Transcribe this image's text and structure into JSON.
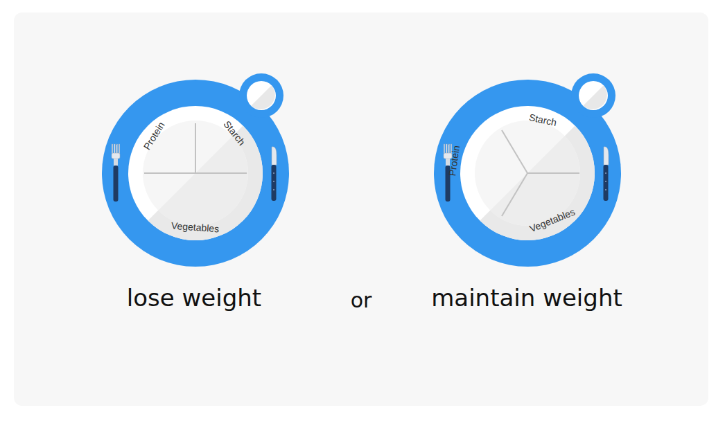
{
  "diagram": {
    "nodes": [
      {
        "text": [
          "Protein",
          "Starch",
          "Vegetables"
        ]
      },
      {
        "text": [
          "Protein",
          "Starch",
          "Vegetables"
        ]
      }
    ],
    "labels": [
      "lose weight",
      "or",
      "maintain weight"
    ]
  }
}
